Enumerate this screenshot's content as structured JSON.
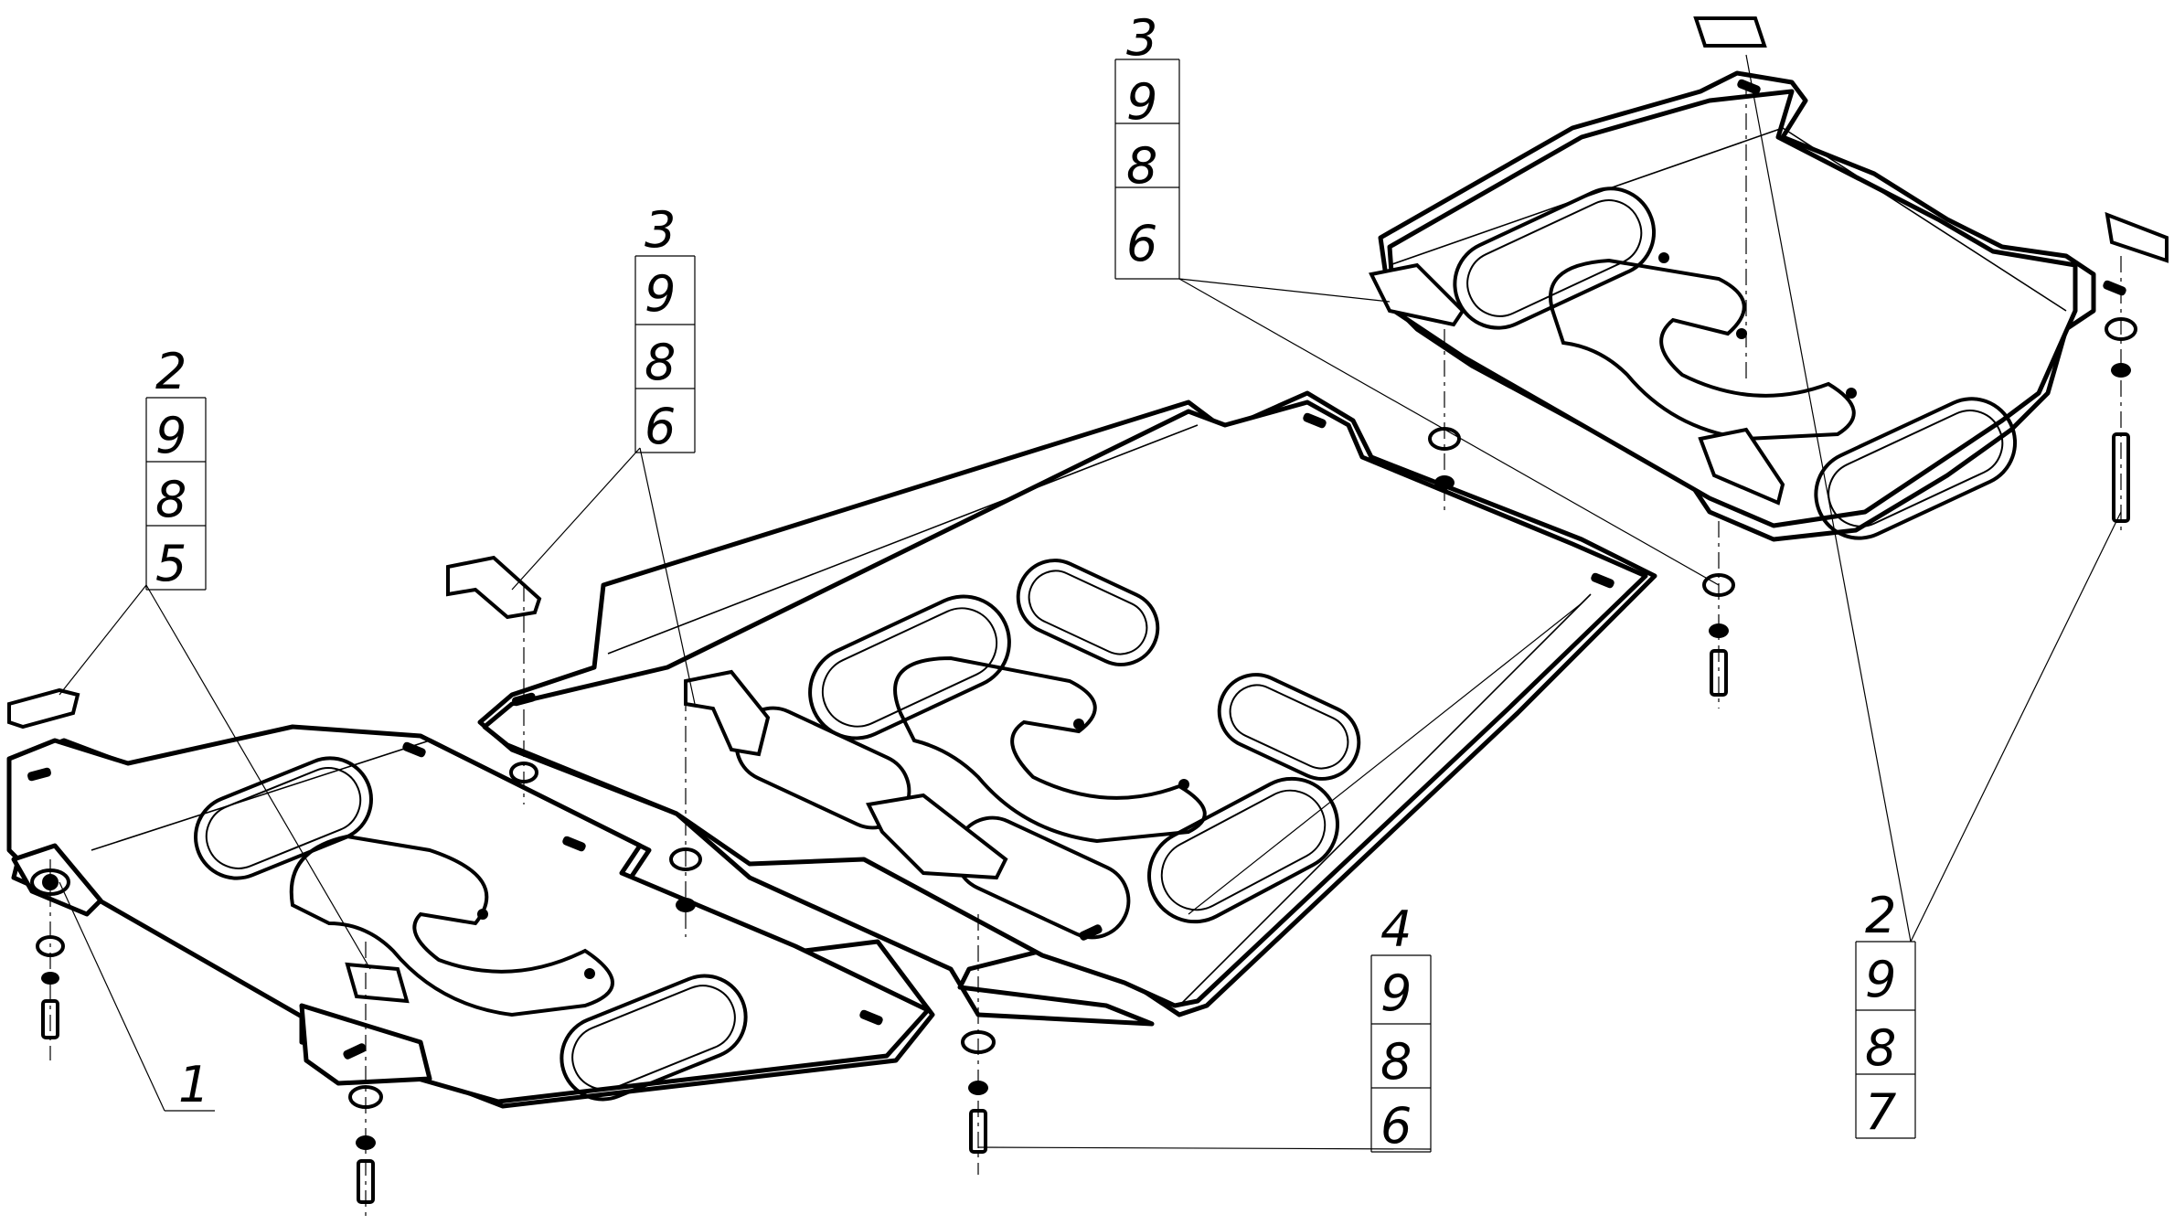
{
  "callouts": [
    {
      "id": "c1",
      "items": [
        "3",
        "9",
        "8",
        "6"
      ]
    },
    {
      "id": "c2",
      "items": [
        "3",
        "9",
        "8",
        "6"
      ]
    },
    {
      "id": "c3",
      "items": [
        "2",
        "9",
        "8",
        "5"
      ]
    },
    {
      "id": "c4",
      "items": [
        "4",
        "9",
        "8",
        "6"
      ]
    },
    {
      "id": "c5",
      "items": [
        "2",
        "9",
        "8",
        "7"
      ]
    },
    {
      "id": "c6",
      "items": [
        "1"
      ]
    }
  ]
}
